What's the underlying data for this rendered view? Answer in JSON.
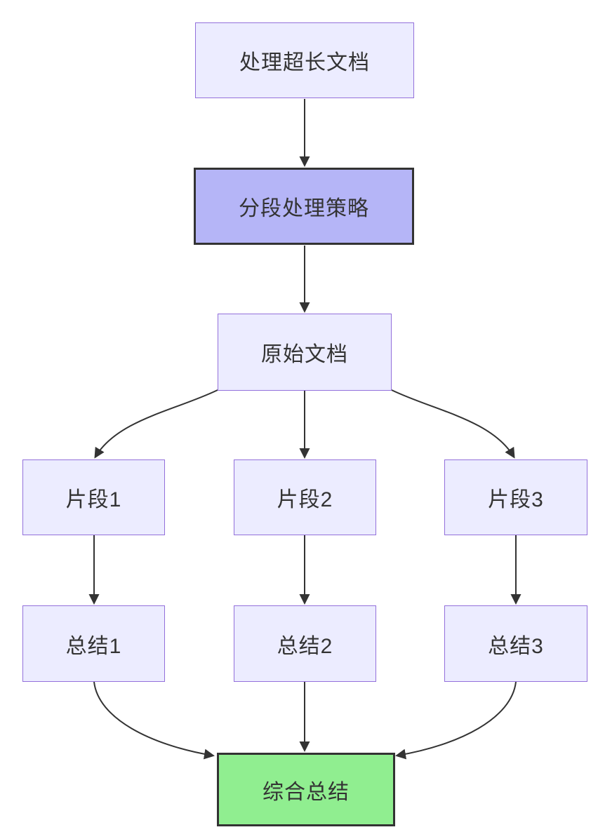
{
  "diagram": {
    "type": "flowchart-top-down",
    "nodes": {
      "task": {
        "label": "处理超长文档"
      },
      "strategy": {
        "label": "分段处理策略"
      },
      "doc": {
        "label": "原始文档"
      },
      "chunk1": {
        "label": "片段1"
      },
      "chunk2": {
        "label": "片段2"
      },
      "chunk3": {
        "label": "片段3"
      },
      "sum1": {
        "label": "总结1"
      },
      "sum2": {
        "label": "总结2"
      },
      "sum3": {
        "label": "总结3"
      },
      "final": {
        "label": "综合总结"
      }
    },
    "edges": [
      {
        "from": "task",
        "to": "strategy"
      },
      {
        "from": "strategy",
        "to": "doc"
      },
      {
        "from": "doc",
        "to": "chunk1"
      },
      {
        "from": "doc",
        "to": "chunk2"
      },
      {
        "from": "doc",
        "to": "chunk3"
      },
      {
        "from": "chunk1",
        "to": "sum1"
      },
      {
        "from": "chunk2",
        "to": "sum2"
      },
      {
        "from": "chunk3",
        "to": "sum3"
      },
      {
        "from": "sum1",
        "to": "final"
      },
      {
        "from": "sum2",
        "to": "final"
      },
      {
        "from": "sum3",
        "to": "final"
      }
    ],
    "colors": {
      "node_fill": "#ECECFF",
      "node_border": "#9370DB",
      "highlight_fill": "#B5B5F7",
      "highlight_border": "#333333",
      "final_fill": "#90EE90",
      "final_border": "#333333",
      "edge": "#333333",
      "text": "#333333",
      "background": "#FFFFFF"
    }
  }
}
